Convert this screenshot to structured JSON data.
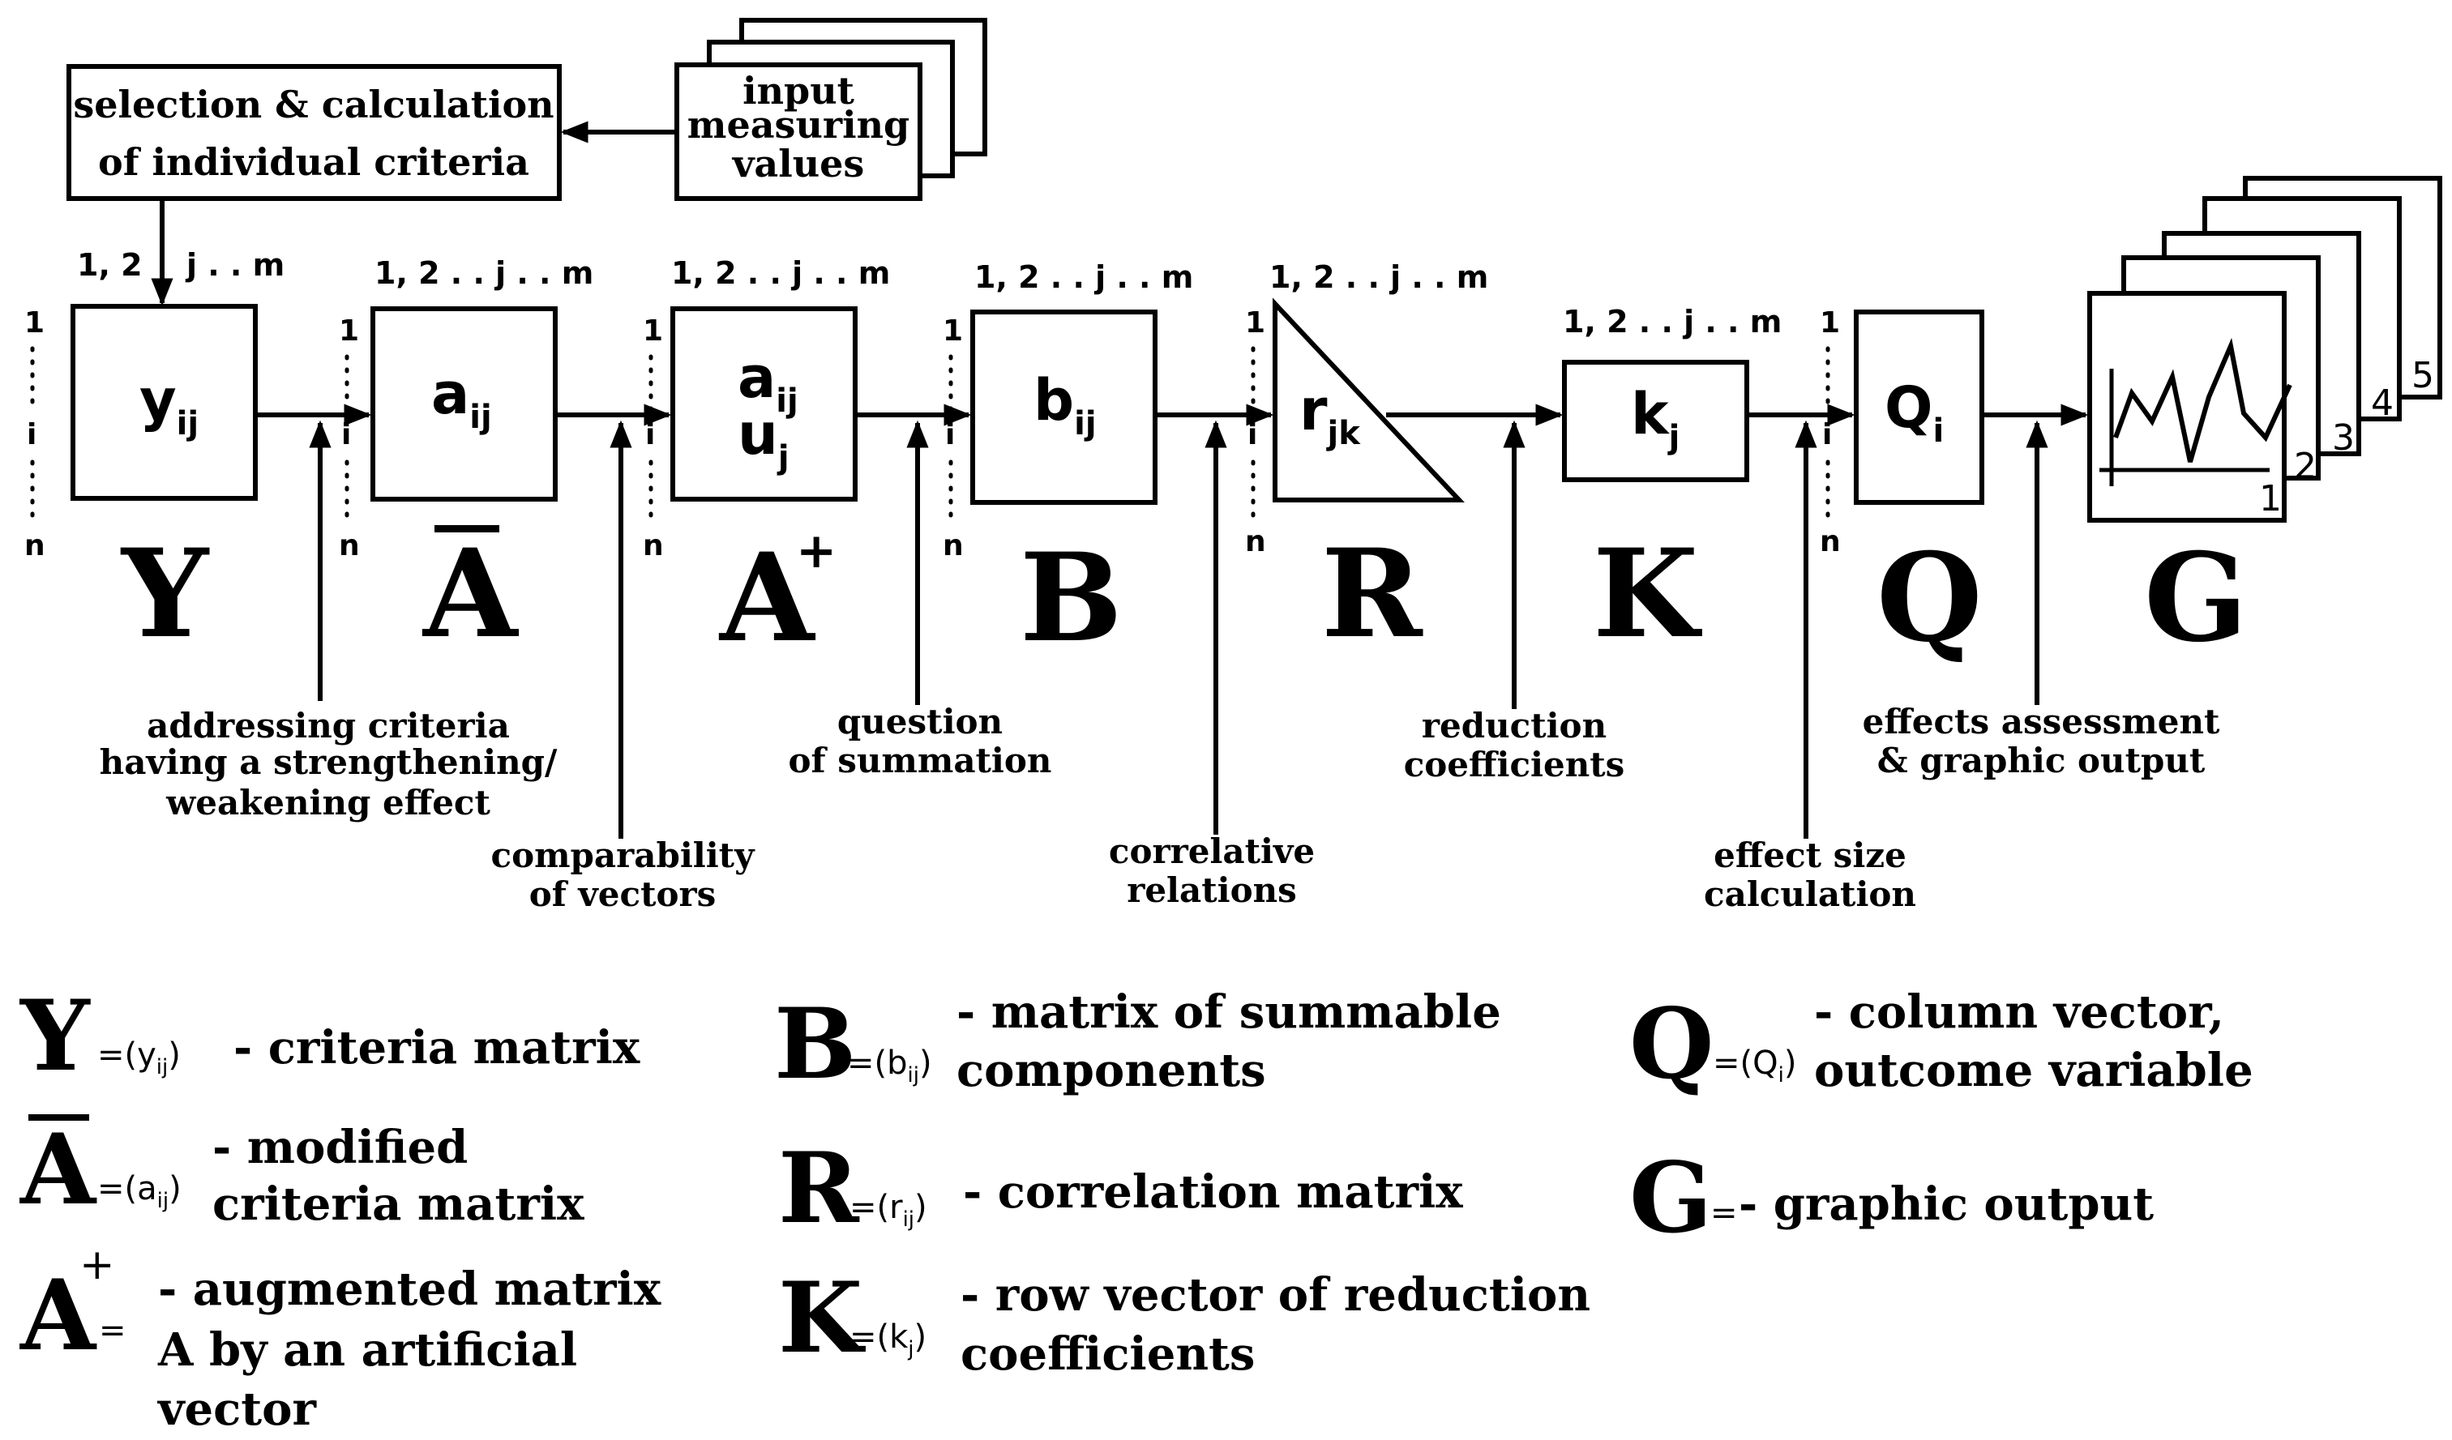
{
  "top": {
    "selection_line1": "selection & calculation",
    "selection_line2": "of individual criteria",
    "input_line1": "input",
    "input_line2": "measuring",
    "input_line3": "values"
  },
  "row_labels": {
    "first": "1",
    "mid": "i",
    "last": "n"
  },
  "column_labels": {
    "Y": "1, 2 . . j . . m",
    "A": "1, 2 . . j . . m",
    "Aplus": "1, 2 . . j . . m",
    "B": "1, 2 . . j . . m",
    "R": "1, 2 . . j . . m",
    "K": "1, 2 . . j . . m"
  },
  "boxes": {
    "Y": {
      "main": "y",
      "sub": "ij",
      "big": "Y"
    },
    "A": {
      "main": "a",
      "sub": "ij",
      "big": "A"
    },
    "Aplus": {
      "main1": "a",
      "sub1": "ij",
      "main2": "u",
      "sub2": "j",
      "big": "A",
      "sup": "+"
    },
    "B": {
      "main": "b",
      "sub": "ij",
      "big": "B"
    },
    "R": {
      "main": "r",
      "sub": "jk",
      "big": "R"
    },
    "K": {
      "main": "k",
      "sub": "j",
      "big": "K"
    },
    "Q": {
      "main": "Q",
      "sub": "i",
      "big": "Q"
    },
    "G": {
      "big": "G",
      "pages": [
        "1",
        "2",
        "3",
        "4",
        "5"
      ]
    }
  },
  "annotations": {
    "addressing": [
      "addressing criteria",
      "having a strengthening/",
      "weakening effect"
    ],
    "comparability": [
      "comparability",
      "of vectors"
    ],
    "question": [
      "question",
      "of summation"
    ],
    "correlative": [
      "correlative",
      "relations"
    ],
    "reduction": [
      "reduction",
      "coefficients"
    ],
    "effect_size": [
      "effect size",
      "calculation"
    ],
    "effects": [
      "effects assessment",
      "& graphic output"
    ]
  },
  "legend": {
    "Y": {
      "symbol": "Y",
      "eq": "=",
      "def": "(yij)",
      "def_main": "y",
      "def_sub": "ij",
      "text": [
        "- criteria matrix"
      ]
    },
    "A": {
      "symbol": "A",
      "eq": "=",
      "def_main": "a",
      "def_sub": "ij",
      "text": [
        "- modified",
        "criteria matrix"
      ]
    },
    "Aplus": {
      "symbol": "A",
      "sup": "+",
      "eq": "=",
      "text": [
        "- augmented matrix",
        "A by an artificial",
        "vector"
      ]
    },
    "B": {
      "symbol": "B",
      "eq": "=",
      "def_main": "b",
      "def_sub": "ij",
      "text": [
        "- matrix of summable",
        "components"
      ]
    },
    "R": {
      "symbol": "R",
      "eq": "=",
      "def_main": "r",
      "def_sub": "ij",
      "text": [
        "- correlation matrix"
      ]
    },
    "K": {
      "symbol": "K",
      "eq": "=",
      "def_main": "k",
      "def_sub": "j",
      "text": [
        "- row vector of reduction",
        "coefficients"
      ]
    },
    "Q": {
      "symbol": "Q",
      "eq": "=",
      "def_main": "Q",
      "def_sub": "i",
      "text": [
        "- column vector,",
        "outcome variable"
      ]
    },
    "G": {
      "symbol": "G",
      "eq": "=",
      "text": [
        "- graphic output"
      ]
    }
  },
  "colors": {
    "ink": "#000000",
    "background": "#ffffff"
  }
}
